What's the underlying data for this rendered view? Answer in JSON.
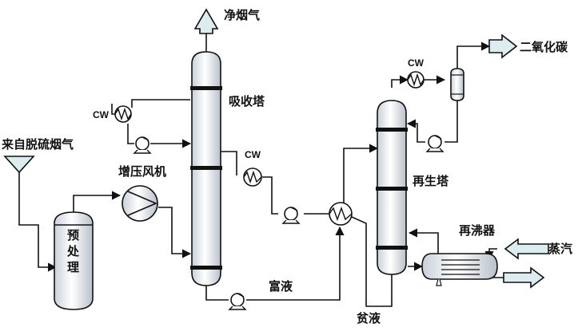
{
  "labels": {
    "clean_flue_gas": "净烟气",
    "absorber": "吸收塔",
    "flue_gas_source": "来自脱硫烟气",
    "booster_fan": "增压风机",
    "pretreatment_line1": "预",
    "pretreatment_line2": "处",
    "pretreatment_line3": "理",
    "rich_liquid": "富液",
    "lean_liquid": "贫液",
    "regenerator": "再生塔",
    "reboiler": "再沸器",
    "steam": "蒸汽",
    "carbon_dioxide": "二氧化碳",
    "cw": "CW"
  },
  "colors": {
    "line": "#111111",
    "vessel_fill": "#e9edf2",
    "vessel_highlight": "#ffffff",
    "arrow_fill": "#dcecef"
  }
}
